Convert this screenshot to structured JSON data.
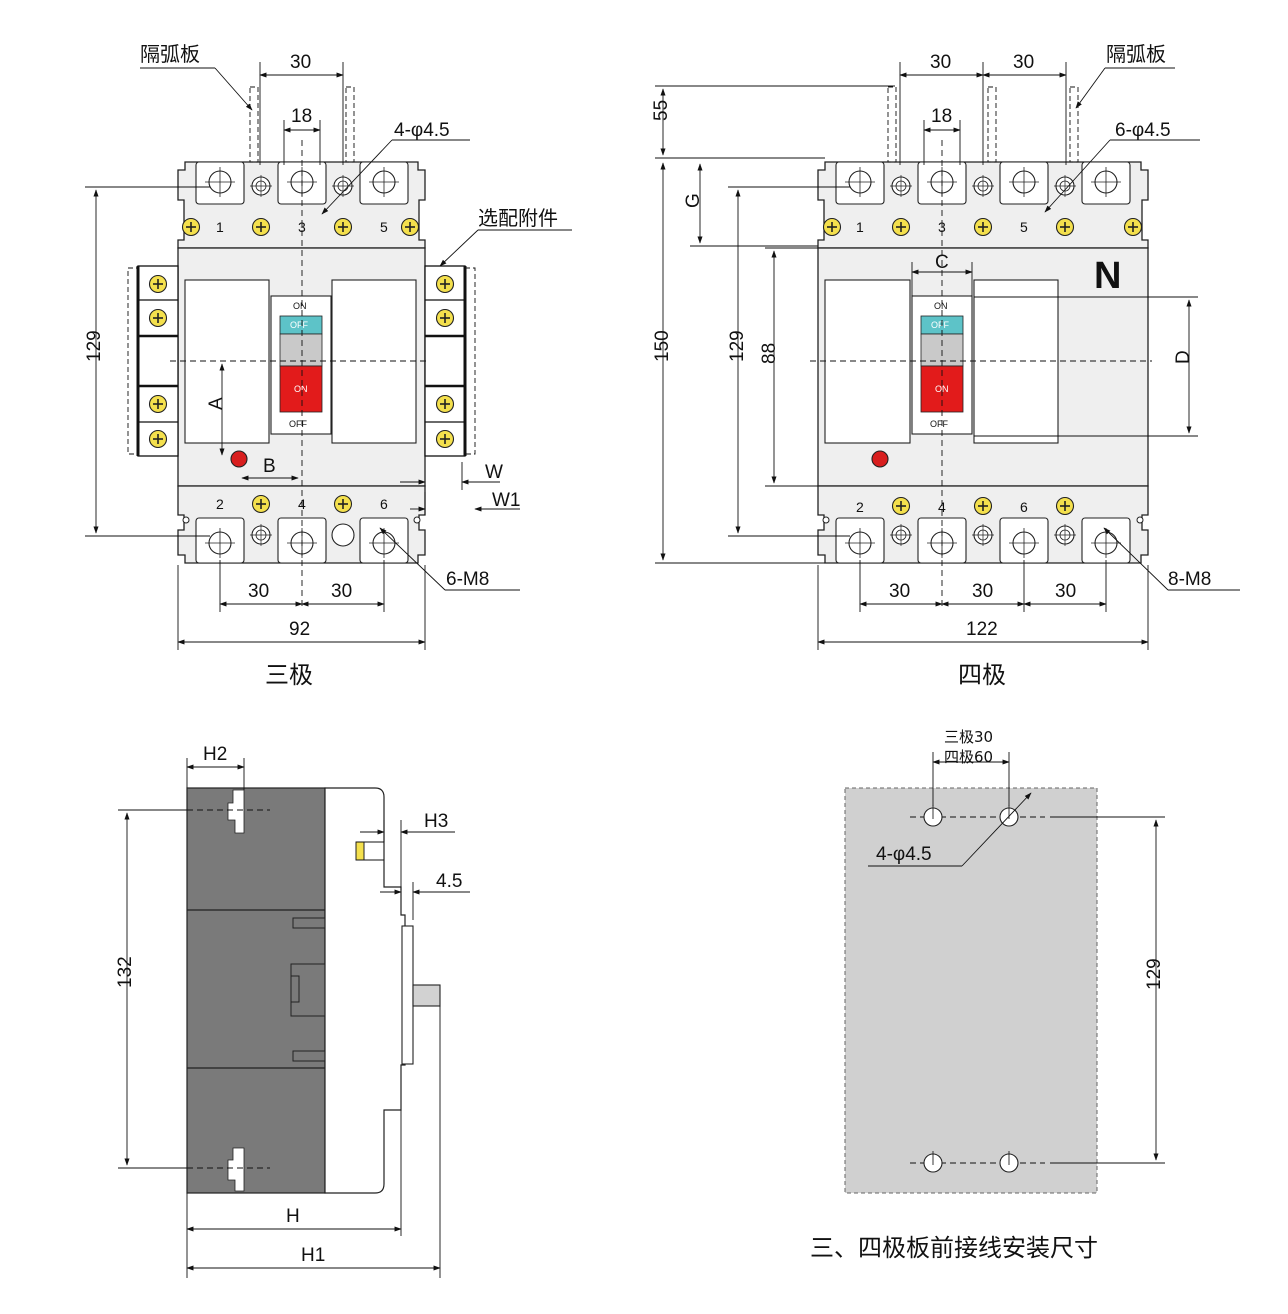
{
  "three_pole": {
    "caption": "三极",
    "arc_plate_label": "隔弧板",
    "accessory_label": "选配附件",
    "dim_top_30": "30",
    "dim_18": "18",
    "hole_label": "4-φ4.5",
    "dim_129": "129",
    "label_A": "A",
    "label_B": "B",
    "label_W": "W",
    "label_W1": "W1",
    "screw_label": "6-M8",
    "dim_30_a": "30",
    "dim_30_b": "30",
    "dim_92": "92",
    "term_top": [
      "1",
      "3",
      "5"
    ],
    "term_bottom": [
      "2",
      "4",
      "6"
    ],
    "switch_on_top": "ON",
    "switch_off": "OFF",
    "switch_on": "ON",
    "switch_off_bottom": "OFF"
  },
  "four_pole": {
    "caption": "四极",
    "arc_plate_label": "隔弧板",
    "dim_top_30_a": "30",
    "dim_top_30_b": "30",
    "dim_18": "18",
    "hole_label": "6-φ4.5",
    "dim_55": "55",
    "label_G": "G",
    "dim_150": "150",
    "dim_129": "129",
    "dim_88": "88",
    "label_C": "C",
    "label_N": "N",
    "label_D": "D",
    "screw_label": "8-M8",
    "dim_30_a": "30",
    "dim_30_b": "30",
    "dim_30_c": "30",
    "dim_122": "122",
    "term_top": [
      "1",
      "3",
      "5"
    ],
    "term_bottom": [
      "2",
      "4",
      "6"
    ],
    "switch_on_top": "ON",
    "switch_off": "OFF",
    "switch_on": "ON",
    "switch_off_bottom": "OFF"
  },
  "side_view": {
    "label_H2": "H2",
    "label_H3": "H3",
    "dim_45": "4.5",
    "dim_132": "132",
    "label_H": "H",
    "label_H1": "H1"
  },
  "mounting": {
    "spacing_3p": "三极30",
    "spacing_4p": "四极60",
    "hole_label": "4-φ4.5",
    "dim_129": "129",
    "caption": "三、四极板前接线安装尺寸"
  },
  "colors": {
    "off_window": "#5dc3c8",
    "on_window": "#e21b1b",
    "screw_fill": "#f4e04d",
    "side_dark": "#7a7a7a",
    "mount_plate": "#d0d0d0",
    "red_dot": "#d81e1e"
  }
}
